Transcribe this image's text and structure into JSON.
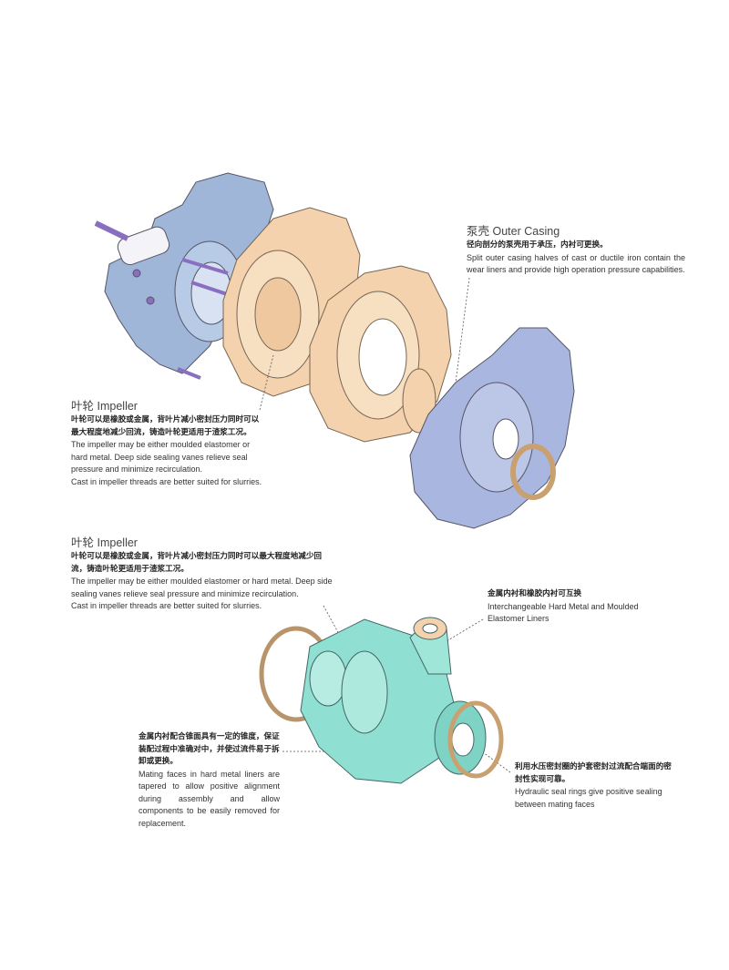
{
  "outer_casing": {
    "title_zh": "泵壳",
    "title_en": "Outer Casing",
    "text_zh": "径向剖分的泵壳用于承压，内衬可更换。",
    "text_en": "Split outer casing halves of cast or ductile iron contain the wear liners and provide high operation pressure capabilities."
  },
  "impeller_1": {
    "title_zh": "叶轮",
    "title_en": "Impeller",
    "text_zh": "叶轮可以是橡胶或金属，背叶片减小密封压力同时可以最大程度地减少回流，铸造叶轮更适用于渣浆工况。",
    "text_en_1": "The impeller may be either moulded elastomer or hard metal. Deep side sealing vanes relieve seal pressure and minimize recirculation.",
    "text_en_2": "Cast in impeller threads are better suited for slurries."
  },
  "impeller_2": {
    "title_zh": "叶轮",
    "title_en": "Impeller",
    "text_zh": "叶轮可以是橡胶或金属，背叶片减小密封压力同时可以最大程度地减少回流，铸造叶轮更适用于渣浆工况。",
    "text_en_1": "The impeller may be either moulded elastomer or hard metal. Deep side sealing vanes relieve seal pressure and minimize recirculation.",
    "text_en_2": "Cast in impeller threads are better suited for slurries."
  },
  "liners": {
    "text_zh": "金属内衬和橡胶内衬可互换",
    "text_en": "Interchangeable Hard Metal and Moulded Elastomer Liners"
  },
  "mating_faces": {
    "text_zh": "金属内衬配合锥面具有一定的锥度，保证装配过程中准确对中，并使过流件易于拆卸或更换。",
    "text_en": "Mating faces in hard metal liners are tapered to allow positive alignment during assembly and allow components to be easily removed for replacement."
  },
  "seal_rings": {
    "text_zh": "利用水压密封圈的护套密封过流配合端面的密封性实现可靠。",
    "text_en": "Hydraulic seal rings give positive sealing between mating faces"
  },
  "colors": {
    "frame_blue": "#9fb6d8",
    "liner_orange": "#f3d2ad",
    "casing_blue": "#a9b7e0",
    "assembly_teal": "#8fe0d2",
    "bolt_purple": "#8a6fc0"
  }
}
